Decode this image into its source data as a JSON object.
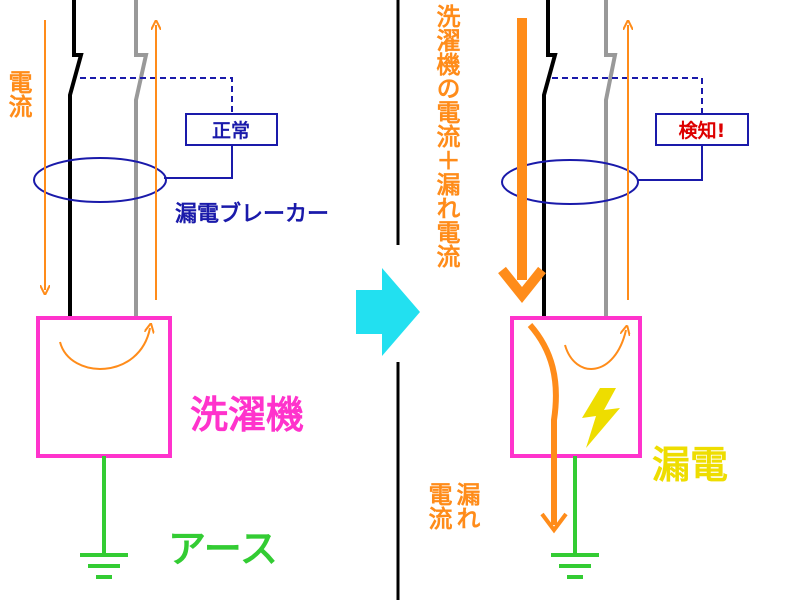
{
  "colors": {
    "wire_black": "#000000",
    "wire_gray": "#999999",
    "current": "#ff8c1a",
    "breaker": "#1a1aaa",
    "machine": "#ff33cc",
    "earth": "#33cc33",
    "leak": "#eedd00",
    "alert": "#dd0000",
    "transition_arrow": "#22e0f0"
  },
  "icons": {
    "transition": "right-arrow-icon",
    "ground": "ground-symbol-icon",
    "spark": "lightning-bolt-icon"
  },
  "left_panel": {
    "current_label": "電流",
    "status_box": "正常",
    "breaker_label": "漏電ブレーカー",
    "machine_label": "洗濯機",
    "earth_label": "アース"
  },
  "right_panel": {
    "combined_current_label": "洗濯機の電流＋漏れ電流",
    "status_box": "検知!",
    "leak_label": "漏電",
    "leak_current_label_line1": "漏れ",
    "leak_current_label_line2": "電流"
  }
}
